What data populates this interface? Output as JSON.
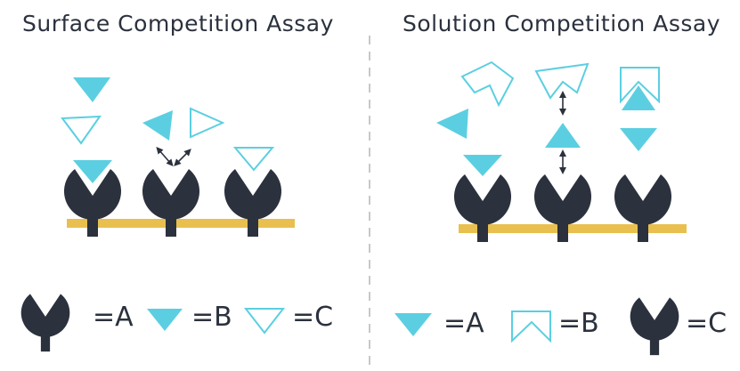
{
  "colors": {
    "receptor": "#2b313d",
    "ligand_fill": "#5bcfe1",
    "ligand_stroke": "#5bcfe1",
    "surface": "#e9c04f",
    "divider": "#c8c8c8"
  },
  "left_panel": {
    "title": "Surface Competition Assay",
    "legend": {
      "receptor_label": "=A",
      "filled_triangle_label": "=B",
      "outline_triangle_label": "=C"
    }
  },
  "right_panel": {
    "title": "Solution Competition Assay",
    "legend": {
      "filled_triangle_label": "=A",
      "chevron_label": "=B",
      "receptor_label": "=C"
    }
  },
  "icons": {
    "receptor": "receptor-icon",
    "filled_triangle": "filled-triangle-icon",
    "outline_triangle": "outline-triangle-icon",
    "chevron": "chevron-icon",
    "double_arrow": "double-arrow-icon"
  }
}
